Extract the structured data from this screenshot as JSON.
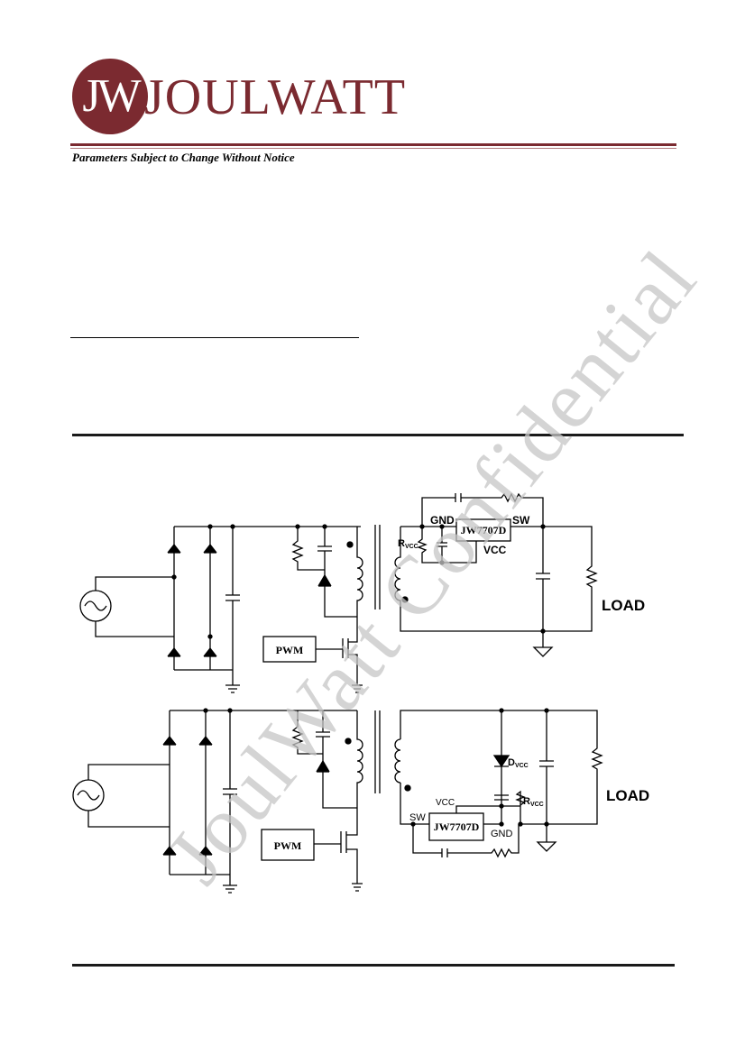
{
  "header": {
    "logo_initials": "JW",
    "logo_wordmark": "JOULWATT",
    "brand_color": "#7b2a30",
    "notice": "Parameters Subject to Change Without Notice"
  },
  "watermark": {
    "text": "JoulWatt Confidential",
    "color": "#c6c6c6"
  },
  "circuit_top": {
    "ic_label": "JW7707D",
    "gnd_label": "GND",
    "sw_label": "SW",
    "vcc_label": "VCC",
    "rvcc_main": "R",
    "rvcc_sub": "VCC",
    "load_label": "LOAD",
    "pwm_label": "PWM"
  },
  "circuit_bottom": {
    "ic_label": "JW7707D",
    "gnd_label": "GND",
    "sw_label": "SW",
    "vcc_label": "VCC",
    "dvcc_main": "D",
    "dvcc_sub": "VCC",
    "rvcc_main": "R",
    "rvcc_sub": "VCC",
    "load_label": "LOAD",
    "pwm_label": "PWM"
  }
}
